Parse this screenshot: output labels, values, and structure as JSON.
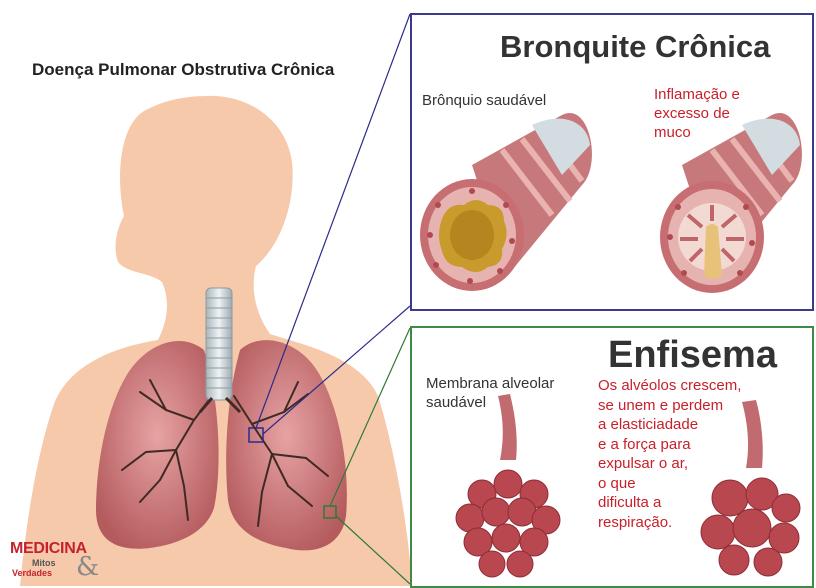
{
  "left_title": "Doença Pulmonar Obstrutiva Crônica",
  "bronchitis": {
    "title": "Bronquite Crônica",
    "healthy_label": "Brônquio saudável",
    "inflamed_label_lines": [
      "Inflamação e",
      "excesso de",
      "muco"
    ]
  },
  "emphysema": {
    "title": "Enfisema",
    "healthy_label_lines": [
      "Membrana alveolar",
      "saudável"
    ],
    "disease_label_lines": [
      "Os alvéolos crescem,",
      "se unem e perdem",
      "a elasticiadade",
      "e a força para",
      "expulsar o ar,",
      "o que",
      "dificulta a",
      "respiração."
    ]
  },
  "logo": {
    "medicina": "MEDICINA",
    "mitos": "Mitos",
    "verdades": "Verdades",
    "amp": "&"
  },
  "colors": {
    "bronchitis_border": "#3b3a8c",
    "emphysema_border": "#3f8a45",
    "skin": "#f6c9ab",
    "lung": "#c87576",
    "brand_red": "#c4232d",
    "text_red": "#c8202a"
  },
  "icons": [
    "human-silhouette",
    "lungs-illustration",
    "trachea",
    "bronchus-healthy",
    "bronchus-inflamed",
    "alveoli-healthy",
    "alveoli-damaged"
  ]
}
